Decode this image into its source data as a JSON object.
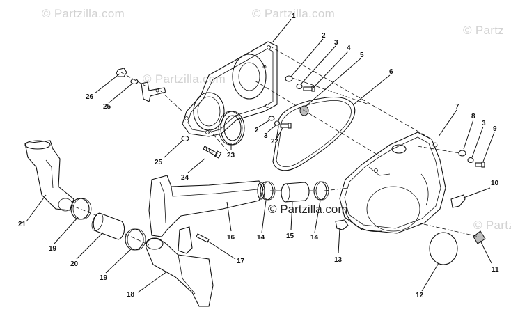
{
  "watermark": {
    "top_left": "© Partzilla.com",
    "top_mid": "© Partzilla.com",
    "top_right": "© Partz",
    "mid_left": "© Partzilla.com",
    "center": "© Partzilla.com",
    "right": "© Partz"
  },
  "callouts": [
    {
      "id": "c1",
      "text": "1"
    },
    {
      "id": "c2a",
      "text": "2"
    },
    {
      "id": "c3a",
      "text": "3"
    },
    {
      "id": "c4",
      "text": "4"
    },
    {
      "id": "c5",
      "text": "5"
    },
    {
      "id": "c6",
      "text": "6"
    },
    {
      "id": "c7",
      "text": "7"
    },
    {
      "id": "c8",
      "text": "8"
    },
    {
      "id": "c3b",
      "text": "3"
    },
    {
      "id": "c9",
      "text": "9"
    },
    {
      "id": "c10",
      "text": "10"
    },
    {
      "id": "c11",
      "text": "11"
    },
    {
      "id": "c12",
      "text": "12"
    },
    {
      "id": "c13",
      "text": "13"
    },
    {
      "id": "c14a",
      "text": "14"
    },
    {
      "id": "c14b",
      "text": "14"
    },
    {
      "id": "c15",
      "text": "15"
    },
    {
      "id": "c16",
      "text": "16"
    },
    {
      "id": "c17",
      "text": "17"
    },
    {
      "id": "c18",
      "text": "18"
    },
    {
      "id": "c19a",
      "text": "19"
    },
    {
      "id": "c19b",
      "text": "19"
    },
    {
      "id": "c20",
      "text": "20"
    },
    {
      "id": "c21",
      "text": "21"
    },
    {
      "id": "c22",
      "text": "22"
    },
    {
      "id": "c23",
      "text": "23"
    },
    {
      "id": "c24",
      "text": "24"
    },
    {
      "id": "c25a",
      "text": "25"
    },
    {
      "id": "c25b",
      "text": "25"
    },
    {
      "id": "c26",
      "text": "26"
    },
    {
      "id": "c2b",
      "text": "2"
    },
    {
      "id": "c3c",
      "text": "3"
    }
  ]
}
